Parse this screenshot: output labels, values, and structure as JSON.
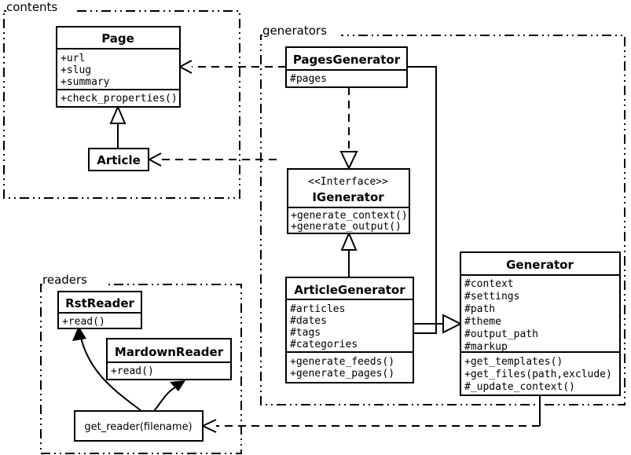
{
  "packages": [
    {
      "id": "contents",
      "label": "contents"
    },
    {
      "id": "generators",
      "label": "generators"
    },
    {
      "id": "readers",
      "label": "readers"
    }
  ],
  "classes": {
    "page": {
      "name": "Page",
      "stereotype": "",
      "attributes": [
        "+url",
        "+slug",
        "+summary"
      ],
      "methods": [
        "+check_properties()"
      ]
    },
    "article": {
      "name": "Article",
      "stereotype": "",
      "attributes": [],
      "methods": []
    },
    "pages_generator": {
      "name": "PagesGenerator",
      "stereotype": "",
      "attributes": [
        "#pages"
      ],
      "methods": []
    },
    "igenerator": {
      "name": "IGenerator",
      "stereotype": "<<Interface>>",
      "attributes": [],
      "methods": [
        "+generate_context()",
        "+generate_output()"
      ]
    },
    "article_generator": {
      "name": "ArticleGenerator",
      "stereotype": "",
      "attributes": [
        "#articles",
        "#dates",
        "#tags",
        "#categories"
      ],
      "methods": [
        "+generate_feeds()",
        "+generate_pages()"
      ]
    },
    "generator": {
      "name": "Generator",
      "stereotype": "",
      "attributes": [
        "#context",
        "#settings",
        "#path",
        "#theme",
        "#output_path",
        "#markup"
      ],
      "methods": [
        "+get_templates()",
        "+get_files(path,exclude)",
        "#_update_context()"
      ]
    },
    "rst_reader": {
      "name": "RstReader",
      "stereotype": "",
      "attributes": [],
      "methods": [
        "+read()"
      ]
    },
    "mardown_reader": {
      "name": "MardownReader",
      "stereotype": "",
      "attributes": [],
      "methods": [
        "+read()"
      ]
    },
    "get_reader": {
      "name": "get_reader(filename)",
      "stereotype": "",
      "attributes": [],
      "methods": []
    }
  },
  "relations": [
    {
      "id": "article-inherits-page",
      "from": "article",
      "to": "page",
      "kind": "generalization"
    },
    {
      "id": "pagesgenerator-realizes-igenerator",
      "from": "pages_generator",
      "to": "igenerator",
      "kind": "realization"
    },
    {
      "id": "articlegenerator-inherits-igenerator",
      "from": "article_generator",
      "to": "igenerator",
      "kind": "generalization"
    },
    {
      "id": "pagesgenerator-inherits-generator",
      "from": "pages_generator",
      "to": "generator",
      "kind": "generalization"
    },
    {
      "id": "articlegenerator-inherits-generator",
      "from": "article_generator",
      "to": "generator",
      "kind": "generalization"
    },
    {
      "id": "pagesgenerator-uses-page",
      "from": "pages_generator",
      "to": "page",
      "kind": "dependency"
    },
    {
      "id": "igenerator-uses-article",
      "from": "igenerator",
      "to": "article",
      "kind": "dependency"
    },
    {
      "id": "generator-uses-get-reader",
      "from": "generator",
      "to": "get_reader",
      "kind": "dependency"
    },
    {
      "id": "get-reader-creates-rstreader",
      "from": "get_reader",
      "to": "rst_reader",
      "kind": "creates"
    },
    {
      "id": "get-reader-creates-mardownreader",
      "from": "get_reader",
      "to": "mardown_reader",
      "kind": "creates"
    }
  ],
  "colors": {
    "background": "#ffffff",
    "stroke": "#000000",
    "text": "#000000"
  }
}
